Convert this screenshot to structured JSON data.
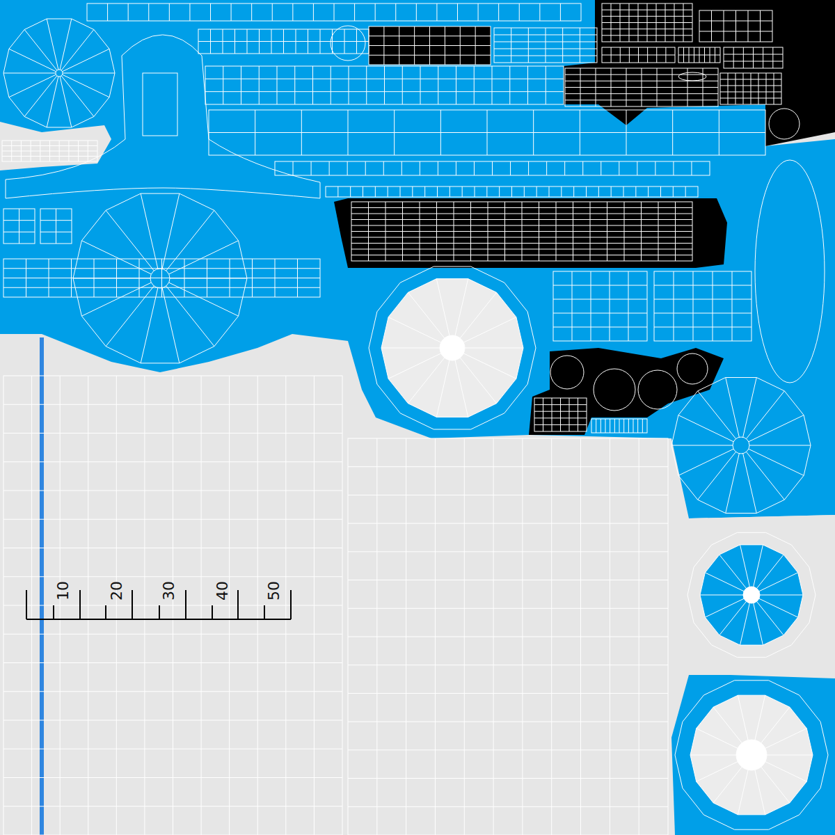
{
  "diagram": {
    "labels": [
      "10",
      "20",
      "30",
      "40",
      "50"
    ]
  }
}
